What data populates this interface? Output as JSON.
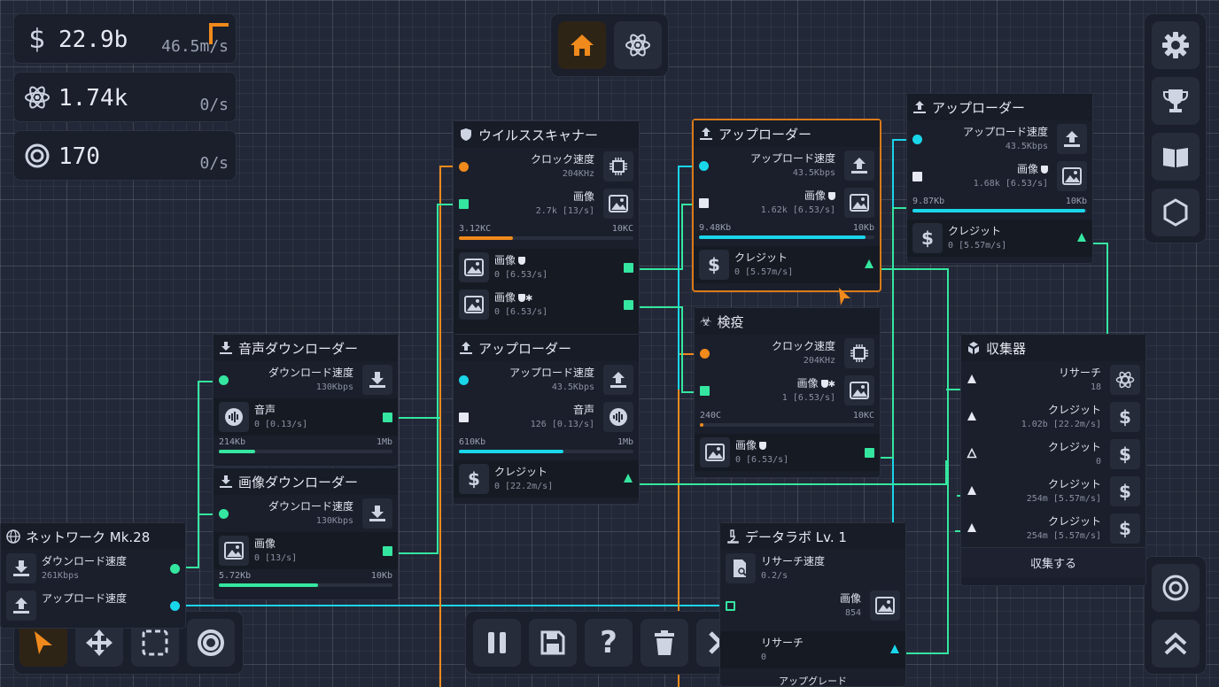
{
  "colors": {
    "cyan": "#1ad6ea",
    "orange": "#f08a1c",
    "green": "#35e6a0",
    "white": "#e6e9f2"
  },
  "resources": [
    {
      "icon": "dollar-icon",
      "value": "22.9b",
      "rate": "46.5m/s"
    },
    {
      "icon": "atom-icon",
      "value": "1.74k",
      "rate": "0/s"
    },
    {
      "icon": "target-icon",
      "value": "170",
      "rate": "0/s"
    }
  ],
  "top_tabs": [
    {
      "icon": "home-icon",
      "active": true
    },
    {
      "icon": "atom-icon",
      "active": false
    }
  ],
  "right_menu": [
    "gear-icon",
    "trophy-icon",
    "book-icon",
    "hexagon-icon"
  ],
  "right_bottom": [
    "target-icon",
    "chevrons-up-icon"
  ],
  "tools": [
    "pointer-icon",
    "move-icon",
    "select-box-icon",
    "circle-icon"
  ],
  "controls": [
    "pause-icon",
    "save-icon",
    "help-icon",
    "trash-icon",
    "close-icon"
  ],
  "nodes": {
    "virus_scanner": {
      "title": "ウイルススキャナー",
      "in1_label": "クロック速度",
      "in1_sub": "204KHz",
      "in2_label": "画像",
      "in2_sub": "2.7k [13/s]",
      "prog_left": "3.12KC",
      "prog_right": "10KC",
      "progress": 0.31,
      "out1_label": "画像",
      "out1_sub": "0 [6.53/s]",
      "out2_label": "画像",
      "out2_sub": "0 [6.53/s]"
    },
    "uploader_mid": {
      "title": "アップローダー",
      "in1_label": "アップロード速度",
      "in1_sub": "43.5Kbps",
      "in2_label": "画像",
      "in2_sub": "1.62k [6.53/s]",
      "prog_left": "9.48Kb",
      "prog_right": "10Kb",
      "progress": 0.95,
      "out1_label": "クレジット",
      "out1_sub": "0 [5.57m/s]"
    },
    "uploader_right": {
      "title": "アップローダー",
      "in1_label": "アップロード速度",
      "in1_sub": "43.5Kbps",
      "in2_label": "画像",
      "in2_sub": "1.68k [6.53/s]",
      "prog_left": "9.87Kb",
      "prog_right": "10Kb",
      "progress": 0.99,
      "out1_label": "クレジット",
      "out1_sub": "0 [5.57m/s]"
    },
    "quarantine": {
      "title": "検疫",
      "in1_label": "クロック速度",
      "in1_sub": "204KHz",
      "in2_label": "画像",
      "in2_sub": "1 [6.53/s]",
      "prog_left": "240C",
      "prog_right": "10KC",
      "progress": 0.02,
      "out1_label": "画像",
      "out1_sub": "0 [6.53/s]"
    },
    "uploader_audio": {
      "title": "アップローダー",
      "in1_label": "アップロード速度",
      "in1_sub": "43.5Kbps",
      "in2_label": "音声",
      "in2_sub": "126 [0.13/s]",
      "prog_left": "610Kb",
      "prog_right": "1Mb",
      "progress": 0.6,
      "out1_label": "クレジット",
      "out1_sub": "0 [22.2m/s]"
    },
    "audio_downloader": {
      "title": "音声ダウンローダー",
      "in1_label": "ダウンロード速度",
      "in1_sub": "130Kbps",
      "out1_label": "音声",
      "out1_sub": "0 [0.13/s]",
      "prog_left": "214Kb",
      "prog_right": "1Mb",
      "progress": 0.21
    },
    "image_downloader": {
      "title": "画像ダウンローダー",
      "in1_label": "ダウンロード速度",
      "in1_sub": "130Kbps",
      "out1_label": "画像",
      "out1_sub": "0 [13/s]",
      "prog_left": "5.72Kb",
      "prog_right": "10Kb",
      "progress": 0.57
    },
    "network": {
      "title": "ネットワーク Mk.28",
      "out1_label": "ダウンロード速度",
      "out1_sub": "261Kbps",
      "out2_label": "アップロード速度"
    },
    "collector": {
      "title": "収集器",
      "rows": [
        {
          "label": "リサーチ",
          "sub": "18",
          "icon": "atom-icon"
        },
        {
          "label": "クレジット",
          "sub": "1.02b [22.2m/s]",
          "icon": "dollar-icon"
        },
        {
          "label": "クレジット",
          "sub": "0",
          "icon": "dollar-icon"
        },
        {
          "label": "クレジット",
          "sub": "254m [5.57m/s]",
          "icon": "dollar-icon"
        },
        {
          "label": "クレジット",
          "sub": "254m [5.57m/s]",
          "icon": "dollar-icon"
        }
      ],
      "button": "収集する"
    },
    "data_lab": {
      "title": "データラボ Lv. 1",
      "in1_label": "リサーチ速度",
      "in1_sub": "0.2/s",
      "in2_label": "画像",
      "in2_sub": "854",
      "out1_label": "リサーチ",
      "out1_sub": "0",
      "footer": "アップグレード"
    }
  }
}
